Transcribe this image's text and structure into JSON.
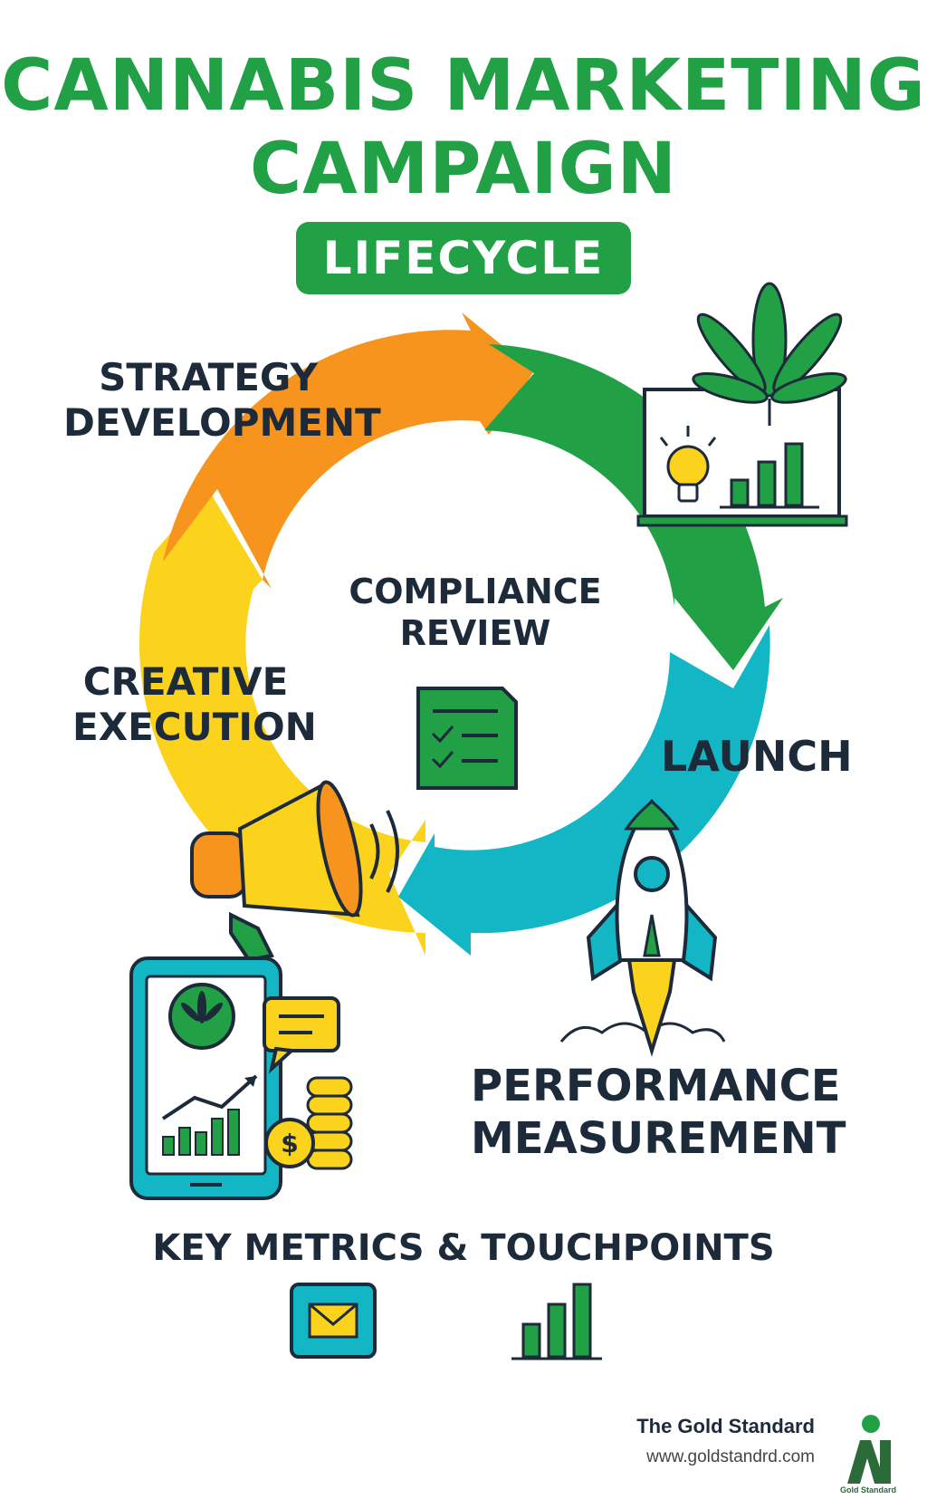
{
  "title": {
    "line1": "CANNABIS MARKETING",
    "line2": "CAMPAIGN",
    "badge": "LIFECYCLE"
  },
  "stages": {
    "strategy": {
      "line1": "STRATEGY",
      "line2": "DEVELOPMENT"
    },
    "compliance": {
      "line1": "COMPLIANCE",
      "line2": "REVIEW"
    },
    "creative": {
      "line1": "CREATIVE",
      "line2": "EXECUTION"
    },
    "launch": {
      "line1": "LAUNCH"
    },
    "performance": {
      "line1": "PERFORMANCE",
      "line2": "MEASUREMENT"
    }
  },
  "key_metrics": {
    "heading": "KEY METRICS & TOUCHPOINTS"
  },
  "brand": {
    "name": "The Gold Standard",
    "url": "www.goldstandrd.com",
    "logo_caption": "Gold Standard"
  },
  "icons": [
    "cannabis-leaf-icon",
    "presentation-board-icon",
    "lightbulb-icon",
    "bar-chart-icon",
    "checklist-icon",
    "megaphone-icon",
    "rocket-icon",
    "tablet-icon",
    "chat-bubble-icon",
    "coins-icon",
    "dollar-icon",
    "email-icon",
    "gold-standard-logo-icon"
  ],
  "colors": {
    "green": "#21a046",
    "orange": "#f7941d",
    "yellow": "#fbd21c",
    "teal": "#13b6c4",
    "dark": "#1c2a3a"
  }
}
